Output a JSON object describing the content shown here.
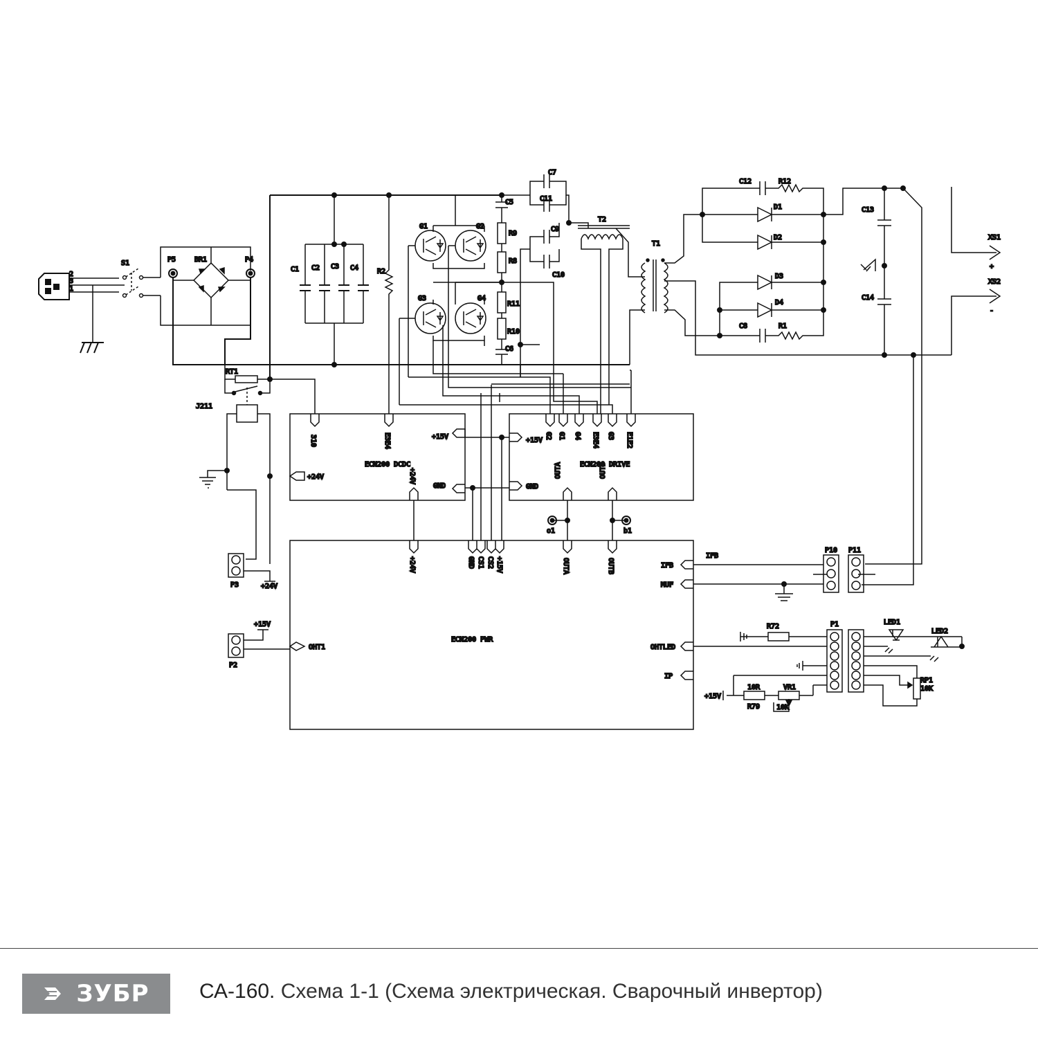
{
  "labels": {
    "S1": "S1",
    "P5": "P5",
    "BR1": "BR1",
    "P4": "P4",
    "pin2": "2",
    "pin3": "3",
    "pin1": "1",
    "C1": "C1",
    "C2": "C2",
    "C3": "C3",
    "C4": "C4",
    "R2": "R2",
    "G1": "G1",
    "G2": "G2",
    "G3": "G3",
    "G4": "G4",
    "C5": "C5",
    "R9": "R9",
    "R8": "R8",
    "R11": "R11",
    "R10": "R10",
    "C6": "C6",
    "C7": "C7",
    "C11": "C11",
    "C9": "C9",
    "C10": "C10",
    "T2": "T2",
    "T1": "T1",
    "C12": "C12",
    "R12": "R12",
    "D1": "D1",
    "D2": "D2",
    "D3": "D3",
    "D4": "D4",
    "C8": "C8",
    "R1": "R1",
    "C13": "C13",
    "C14": "C14",
    "XS1": "XS1",
    "XS2": "XS2",
    "plus": "+",
    "minus": "-",
    "RT1": "RT1",
    "J211": "J211",
    "P3": "P3",
    "P3v": "+24V",
    "P2": "P2",
    "P2v": "+15V",
    "o1": "o1",
    "b1": "b1",
    "P10": "P10",
    "P11": "P11",
    "P1": "P1",
    "LED1": "LED1",
    "LED2": "LED2",
    "R72": "R72",
    "R79": "R79",
    "R79v": "10R",
    "VR1": "VR1",
    "VR1v": "10K",
    "RP1": "RP1",
    "RP1v": "10K",
    "p15": "+15V"
  },
  "blocks": {
    "dcdc": {
      "name": "ECN200 DCDC",
      "pins": {
        "p310": "310",
        "e3e4": "E3E4",
        "p15": "+15V",
        "gnd": "GND",
        "p24": "+24V",
        "p24b": "+24V"
      }
    },
    "drive": {
      "name": "ECN200 DRIVE",
      "pins": {
        "p15": "+15V",
        "gnd": "GND",
        "g2": "G2",
        "g1": "G1",
        "g4": "G4",
        "e3e4": "E3E4",
        "g3": "G3",
        "e1e2": "E1E2",
        "outa": "OUTA",
        "outb": "OUTB"
      }
    },
    "pwr": {
      "name": "ECN200 PWR",
      "pins": {
        "p24": "+24V",
        "gnd": "GND",
        "cs1": "CS1",
        "cs2": "CS2",
        "p15": "+15V",
        "outa": "OUTA",
        "outb": "OUTB",
        "ifb": "IFB",
        "muf": "MUF",
        "ohtled": "OHTLED",
        "ip": "IP",
        "oht1": "OHT1"
      }
    }
  },
  "ifb_line": "IFB",
  "footer": {
    "brand": "ЗУБР",
    "model": "СА-160.",
    "caption": " Схема 1-1 (Схема электрическая. Сварочный инвертор)"
  }
}
